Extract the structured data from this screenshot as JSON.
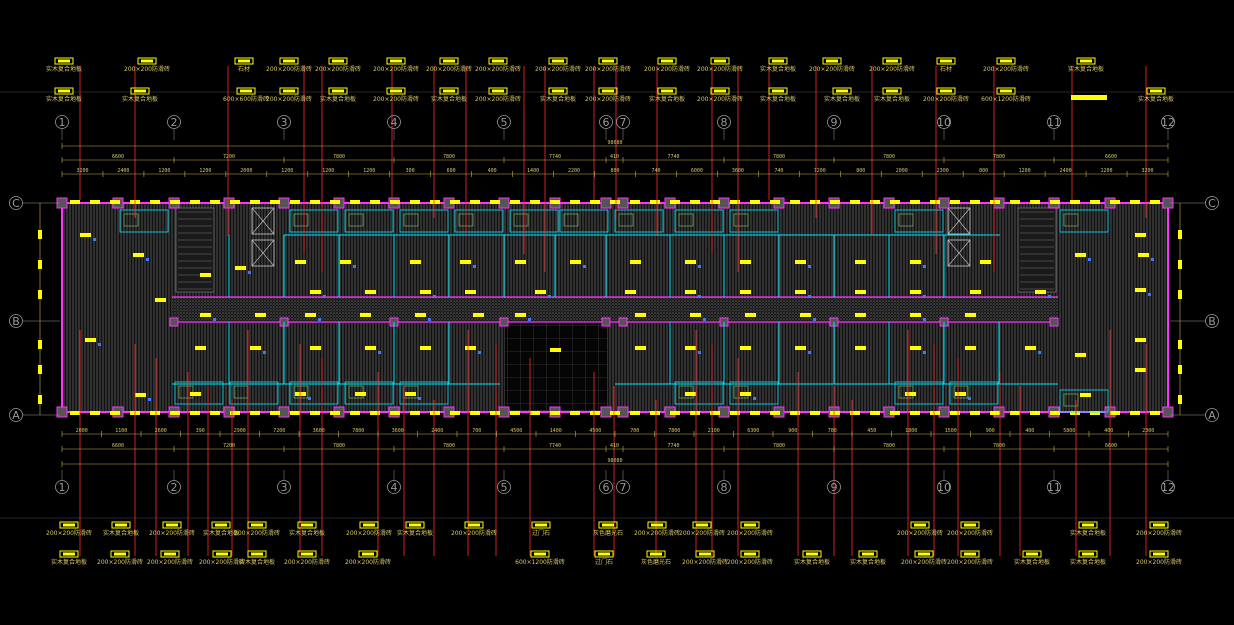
{
  "colors": {
    "background": "#000000",
    "wall": "#ff33ff",
    "partition": "#00e6ff",
    "leader": "#ff2a2a",
    "tag": "#ffff00",
    "text": "#d9c86a",
    "axis": "#9a9a9a",
    "hatch": "#5e5e5e",
    "dimension": "#c7b24a"
  },
  "grid": {
    "columns": [
      "1",
      "2",
      "3",
      "4",
      "5",
      "6",
      "7",
      "8",
      "9",
      "10",
      "11",
      "12"
    ],
    "rows": [
      "C",
      "B",
      "A"
    ]
  },
  "dimensions": {
    "total": "98080",
    "row1": [
      "6600",
      "7200",
      "7800",
      "7800",
      "7740",
      "410",
      "7740",
      "7800",
      "7800",
      "7800",
      "6600"
    ],
    "row2": [
      "3200",
      "2400",
      "1200",
      "1200",
      "2000",
      "1200",
      "1200",
      "1200",
      "300",
      "600",
      "400",
      "1400",
      "2200",
      "800",
      "740",
      "6000",
      "3600",
      "740",
      "7200",
      "800",
      "2000",
      "2300",
      "800",
      "1200",
      "2400",
      "1200",
      "3200"
    ],
    "bottom_row1": [
      "2000",
      "1100",
      "2600",
      "390",
      "2900",
      "7200",
      "3600",
      "7800",
      "3600",
      "2400",
      "700",
      "4500",
      "1400",
      "4500",
      "700",
      "7800",
      "2100",
      "6300",
      "900",
      "700",
      "450",
      "1800",
      "1500",
      "900",
      "400",
      "5800",
      "400",
      "2300"
    ],
    "bottom_row2": [
      "6600",
      "7200",
      "7800",
      "7800",
      "7740",
      "410",
      "7740",
      "7800",
      "7800",
      "7800",
      "6600"
    ]
  },
  "labels": {
    "top_row1": [
      "实木复合地板",
      "200×200防滑砖",
      "石材",
      "200×200防滑砖",
      "200×200防滑砖",
      "200×200防滑砖",
      "200×200防滑砖",
      "200×200防滑砖",
      "200×200防滑砖",
      "200×200防滑砖",
      "200×200防滑砖",
      "200×200防滑砖",
      "实木复合地板",
      "200×200防滑砖",
      "200×200防滑砖",
      "石材",
      "200×200防滑砖",
      "实木复合地板"
    ],
    "top_row2": [
      "实木复合地板",
      "实木复合地板",
      "600×600防滑砖",
      "200×200防滑砖",
      "实木复合地板",
      "200×200防滑砖",
      "实木复合地板",
      "200×200防滑砖",
      "实木复合地板",
      "200×200防滑砖",
      "实木复合地板",
      "200×200防滑砖",
      "实木复合地板",
      "实木复合地板",
      "实木复合地板",
      "200×200防滑砖",
      "600×1200防滑砖",
      "实木复合地板"
    ],
    "bottom_row1": [
      "200×200防滑砖",
      "实木复合地板",
      "200×200防滑砖",
      "实木复合地板",
      "200×200防滑砖",
      "实木复合地板",
      "200×200防滑砖",
      "实木复合地板",
      "200×200防滑砖",
      "过门石",
      "灰色磨光石",
      "200×200防滑砖",
      "200×200防滑砖",
      "200×200防滑砖",
      "200×200防滑砖",
      "200×200防滑砖",
      "实木复合地板",
      "200×200防滑砖"
    ],
    "bottom_row2": [
      "实木复合地板",
      "200×200防滑砖",
      "200×200防滑砖",
      "200×200防滑砖",
      "实木复合地板",
      "200×200防滑砖",
      "200×200防滑砖",
      "600×1200防滑砖",
      "过门石",
      "灰色磨光石",
      "200×200防滑砖",
      "200×200防滑砖",
      "实木复合地板",
      "实木复合地板",
      "200×200防滑砖",
      "200×200防滑砖",
      "实木复合地板",
      "实木复合地板",
      "200×200防滑砖"
    ]
  }
}
